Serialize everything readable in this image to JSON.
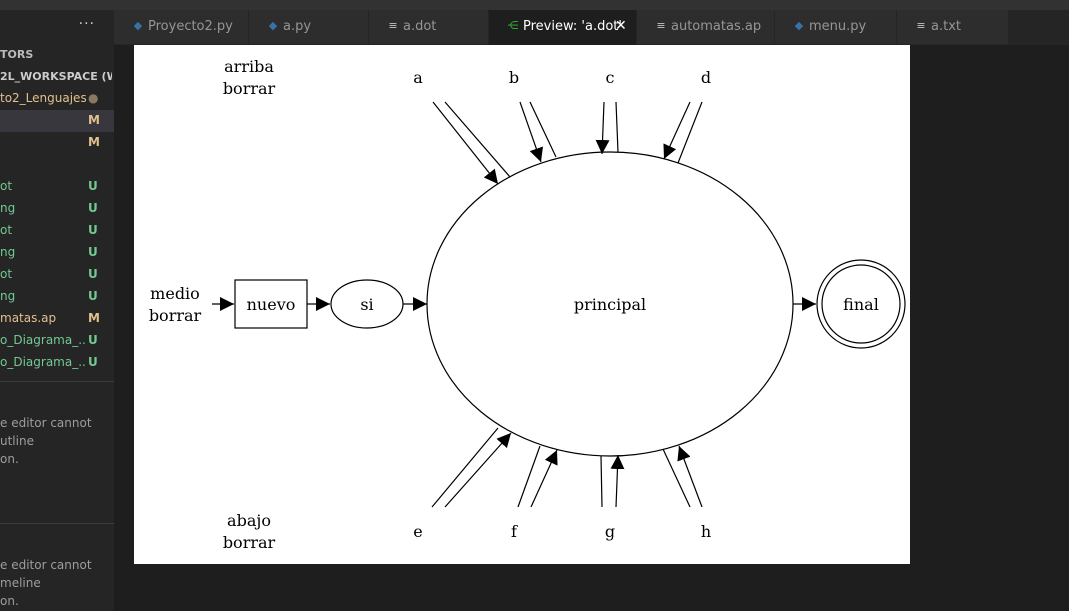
{
  "sidebar": {
    "more": "···",
    "title": "TORS",
    "workspace": "2L_WORKSPACE (W...",
    "items": [
      {
        "name": "to2_Lenguajes",
        "status": "●",
        "color": "#e2c08d",
        "status_color": "#8c7760"
      },
      {
        "name": "",
        "status": "M",
        "color": "#e2c08d",
        "status_color": "#e2c08d"
      },
      {
        "name": "",
        "status": "M",
        "color": "#e2c08d",
        "status_color": "#e2c08d"
      },
      {
        "name": "",
        "status": "",
        "color": "#cccccc",
        "status_color": "#cccccc"
      },
      {
        "name": "ot",
        "status": "U",
        "color": "#73c991",
        "status_color": "#73c991"
      },
      {
        "name": "ng",
        "status": "U",
        "color": "#73c991",
        "status_color": "#73c991"
      },
      {
        "name": "ot",
        "status": "U",
        "color": "#73c991",
        "status_color": "#73c991"
      },
      {
        "name": "ng",
        "status": "U",
        "color": "#73c991",
        "status_color": "#73c991"
      },
      {
        "name": "ot",
        "status": "U",
        "color": "#73c991",
        "status_color": "#73c991"
      },
      {
        "name": "ng",
        "status": "U",
        "color": "#73c991",
        "status_color": "#73c991"
      },
      {
        "name": "matas.ap",
        "status": "M",
        "color": "#e2c08d",
        "status_color": "#e2c08d"
      },
      {
        "name": "o_Diagrama_...",
        "status": "U",
        "color": "#73c991",
        "status_color": "#73c991"
      },
      {
        "name": "o_Diagrama_...",
        "status": "U",
        "color": "#73c991",
        "status_color": "#73c991"
      }
    ],
    "outline_msg": "e editor cannot\nutline\non.",
    "timeline_msg": "e editor cannot\nmeline\non."
  },
  "tabs": [
    {
      "label": "Proyecto2.py",
      "icon": "python-icon",
      "active": false
    },
    {
      "label": "a.py",
      "icon": "python-icon",
      "active": false
    },
    {
      "label": "a.dot",
      "icon": "lines-icon",
      "active": false
    },
    {
      "label": "Preview: 'a.dot'",
      "icon": "graph-icon",
      "active": true,
      "close": "✕"
    },
    {
      "label": "automatas.ap",
      "icon": "lines-icon",
      "active": false
    },
    {
      "label": "menu.py",
      "icon": "python-icon",
      "active": false
    },
    {
      "label": "a.txt",
      "icon": "lines-icon",
      "active": false
    }
  ],
  "graph": {
    "nodes": {
      "nuevo": "nuevo",
      "si": "si",
      "principal": "principal",
      "final": "final"
    },
    "edge_labels": {
      "arriba": "arriba",
      "borrar_top": "borrar",
      "medio": "medio",
      "borrar_mid": "borrar",
      "abajo": "abajo",
      "borrar_bot": "borrar"
    },
    "in_labels": [
      "a",
      "b",
      "c",
      "d",
      "e",
      "f",
      "g",
      "h"
    ]
  },
  "colors": {
    "python": "#3572a5",
    "graph_icon": "#2eb82e",
    "lines": "#c5c5c5"
  }
}
